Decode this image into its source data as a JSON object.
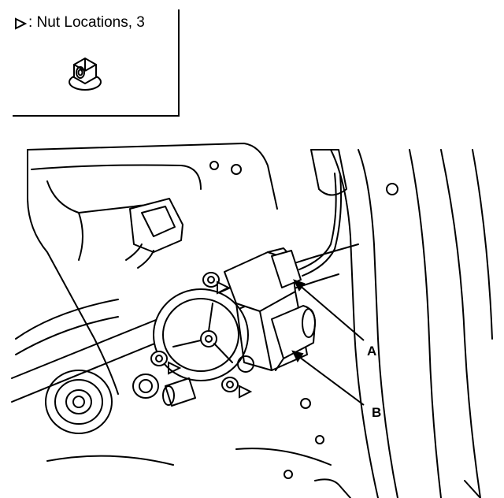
{
  "legend": {
    "label": ": Nut Locations, 3",
    "symbol": "outlined-triangle",
    "item_icon": "flange-nut-icon"
  },
  "callouts": [
    {
      "id": "A",
      "label": "A"
    },
    {
      "id": "B",
      "label": "B"
    }
  ],
  "colors": {
    "line": "#000000",
    "background": "#ffffff"
  }
}
